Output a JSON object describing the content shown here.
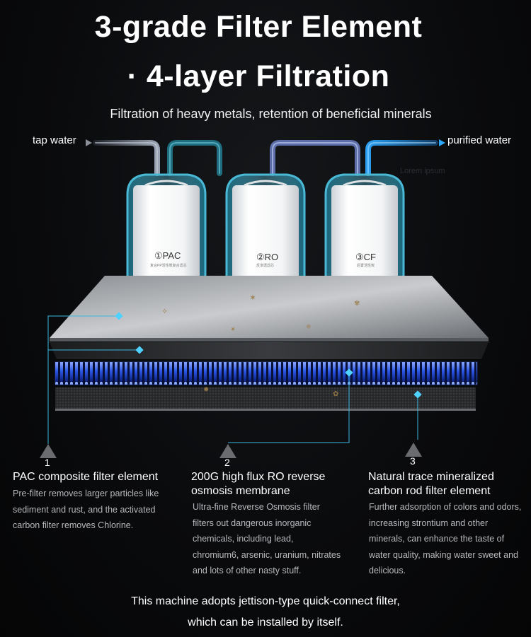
{
  "header": {
    "title_line1": "3-grade Filter Element",
    "title_line2": "· 4-layer Filtration",
    "subtitle": "Filtration of heavy metals, retention of beneficial minerals"
  },
  "flow": {
    "input_label": "tap water",
    "output_label": "purified water",
    "placeholder_text": "Lorem ipsum"
  },
  "cartridges": [
    {
      "label": "①PAC",
      "note": "复合PP活性炭复合滤芯"
    },
    {
      "label": "②RO",
      "note": "反渗透滤芯"
    },
    {
      "label": "③CF",
      "note": "后置活性炭"
    }
  ],
  "stages": [
    {
      "number": "1",
      "title": "PAC composite filter element",
      "description": [
        "Pre-filter removes larger particles like",
        "sediment and rust, and the activated",
        "carbon filter removes Chlorine."
      ]
    },
    {
      "number": "2",
      "title": [
        "200G high flux RO reverse",
        "osmosis membrane"
      ],
      "description": [
        "Ultra-fine Reverse Osmosis filter",
        "filters out dangerous inorganic",
        "chemicals, including lead,",
        "chromium6, arsenic, uranium, nitrates",
        "and lots of other nasty stuff."
      ]
    },
    {
      "number": "3",
      "title": [
        "Natural trace mineralized",
        "carbon rod filter element"
      ],
      "description": [
        "Further adsorption of colors and odors,",
        "increasing strontium and other",
        "minerals, can enhance the taste of",
        "water quality, making water sweet and",
        "delicious."
      ]
    }
  ],
  "footer": {
    "line1": "This machine adopts jettison-type quick-connect filter,",
    "line2": "which can be installed by itself."
  },
  "colors": {
    "accent": "#4fc3f7",
    "housing": "#3aa7c2",
    "pipe_in": "#8a95a8",
    "pipe_out": "#2a9df0"
  },
  "icons": [
    "arrow-right-icon",
    "diamond-marker-icon",
    "triangle-marker-icon"
  ]
}
